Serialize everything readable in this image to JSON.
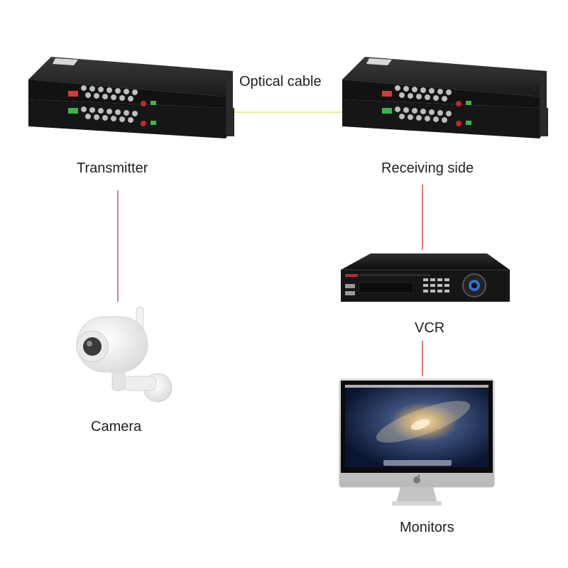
{
  "labels": {
    "optical": "Optical cable",
    "transmitter": "Transmitter",
    "receiving": "Receiving side",
    "vcr": "VCR",
    "camera": "Camera",
    "monitors": "Monitors"
  },
  "colors": {
    "optical_line": "#e6e04a",
    "connector_line": "#c0282d",
    "device_body": "#1b1b1b"
  },
  "icons": [
    "fiber-transmitter-icon",
    "fiber-receiver-icon",
    "dvr-icon",
    "camera-icon",
    "monitor-icon",
    "apple-logo-icon"
  ]
}
